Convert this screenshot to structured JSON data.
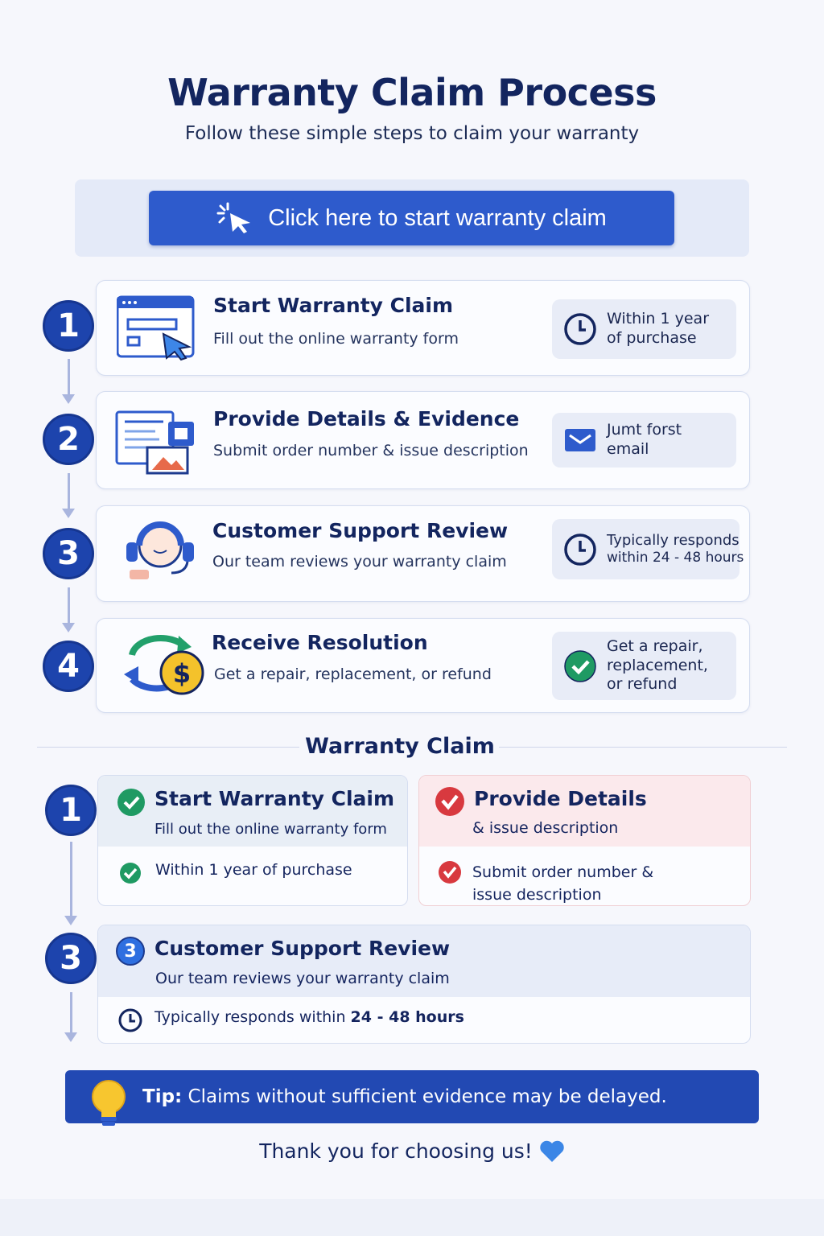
{
  "header": {
    "title": "Warranty Claim Process",
    "subtitle": "Follow these simple steps to claim your warranty"
  },
  "cta": {
    "label": "Click here to start warranty claim",
    "icon": "cursor-click-icon"
  },
  "steps": [
    {
      "number": "1",
      "title": "Start Warranty Claim",
      "desc": "Fill out the online warranty form",
      "note_line1": "Within 1 year",
      "note_line2": "of purchase",
      "icon": "web-form-icon",
      "note_icon": "clock-icon"
    },
    {
      "number": "2",
      "title": "Provide Details & Evidence",
      "desc": "Submit order number & issue description",
      "note_line1": "Jumt forst",
      "note_line2": "email",
      "icon": "documents-photo-icon",
      "note_icon": "email-icon"
    },
    {
      "number": "3",
      "title": "Customer Support Review",
      "desc": "Our team reviews your warranty claim",
      "note_line1": "Typically responds",
      "note_line2": "within 24 - 48 hours",
      "icon": "support-headset-icon",
      "note_icon": "clock-icon"
    },
    {
      "number": "4",
      "title": "Receive Resolution",
      "desc": "Get a repair, replacement, or refund",
      "note_line1": "Get a repair,",
      "note_line2": "replacement,",
      "note_line3": "or refund",
      "icon": "refund-dollar-icon",
      "note_icon": "check-circle-icon"
    }
  ],
  "section": {
    "title": "Warranty Claim"
  },
  "summary": {
    "left": {
      "number": "1",
      "title": "Start Warranty Claim",
      "desc": "Fill out the online warranty form",
      "item": "Within 1 year of purchase"
    },
    "right": {
      "title": "Provide Details",
      "desc": "& issue description",
      "item_line1": "Submit order number &",
      "item_line2": "issue description"
    },
    "bottom": {
      "number": "3",
      "badge": "3",
      "title": "Customer Support Review",
      "desc": "Our team reviews your warranty claim",
      "item_prefix": "Typically responds within ",
      "item_bold": "24 - 48 hours"
    }
  },
  "tip": {
    "label": "Tip:",
    "text": " Claims without sufficient evidence may be delayed."
  },
  "footer": {
    "text": "Thank you for choosing us!"
  },
  "colors": {
    "navy": "#13255f",
    "blue": "#2e5bcc",
    "green": "#1f9a63",
    "red": "#d8393f"
  }
}
